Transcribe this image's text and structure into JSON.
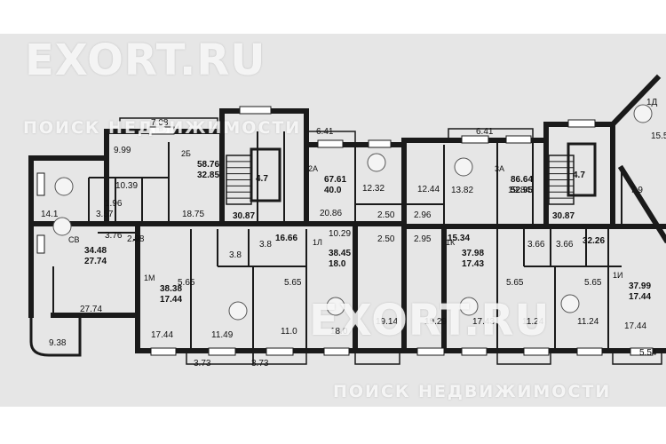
{
  "watermark": {
    "brand": "EXORT.RU",
    "tagline": "ПОИСК НЕДВИЖИМОСТИ"
  },
  "colors": {
    "wall": "#1a1a1a",
    "paper": "#e6e6e6",
    "window": "#ffffff"
  },
  "apartments": [
    {
      "code": "2Б",
      "total": "58.76",
      "living": "32.85"
    },
    {
      "code": "2А",
      "total": "67.61",
      "living": "40.0"
    },
    {
      "code": "3А",
      "total": "86.64",
      "living": "52.95"
    },
    {
      "code": "СВ",
      "total": "34.48",
      "living": "27.74"
    },
    {
      "code": "1М",
      "total": "38.38",
      "living": "17.44"
    },
    {
      "code": "1Л",
      "total": "38.45",
      "living": "18.0"
    },
    {
      "code": "1К",
      "total": "37.98",
      "living": "17.43"
    },
    {
      "code": "1И",
      "total": "37.99",
      "living": "17.44"
    }
  ],
  "stairs": [
    {
      "area": "4.7",
      "hall": "30.87"
    },
    {
      "area": "4.7",
      "hall": "30.87"
    }
  ],
  "corridors": [
    "16.66",
    "32.26",
    "15.34"
  ],
  "rooms": [
    "7.08",
    "9.99",
    "10.39",
    "1.96",
    "3.57",
    "14.1",
    "18.75",
    "6.41",
    "12.32",
    "20.86",
    "2.50",
    "10.29",
    "2.50",
    "6.41",
    "12.44",
    "13.82",
    "19.84",
    "2.96",
    "2.95",
    "7.9",
    "15.5",
    "3.76",
    "2.98",
    "27.74",
    "5.65",
    "3.8",
    "3.8",
    "5.65",
    "17.44",
    "11.49",
    "11.0",
    "18.0",
    "19.14",
    "19.29",
    "17.43",
    "5.65",
    "3.66",
    "3.66",
    "5.65",
    "11.24",
    "11.24",
    "17.44",
    "9.38",
    "3.73",
    "3.73",
    "5.54",
    "1Д"
  ]
}
